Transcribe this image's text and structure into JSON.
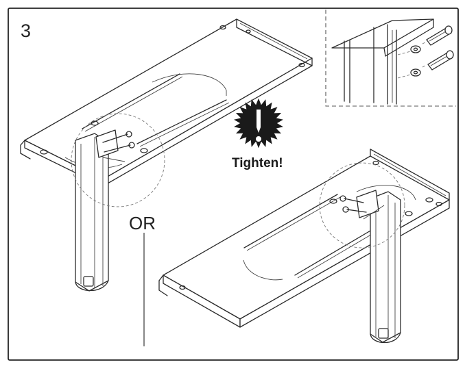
{
  "step": {
    "number": "3"
  },
  "callout": {
    "text": "Tighten!",
    "icon": "exclamation-starburst-icon"
  },
  "divider": {
    "text": "OR"
  },
  "colors": {
    "line": "#2b2b2b",
    "background": "#ffffff",
    "starburst": "#1a1a1a"
  }
}
